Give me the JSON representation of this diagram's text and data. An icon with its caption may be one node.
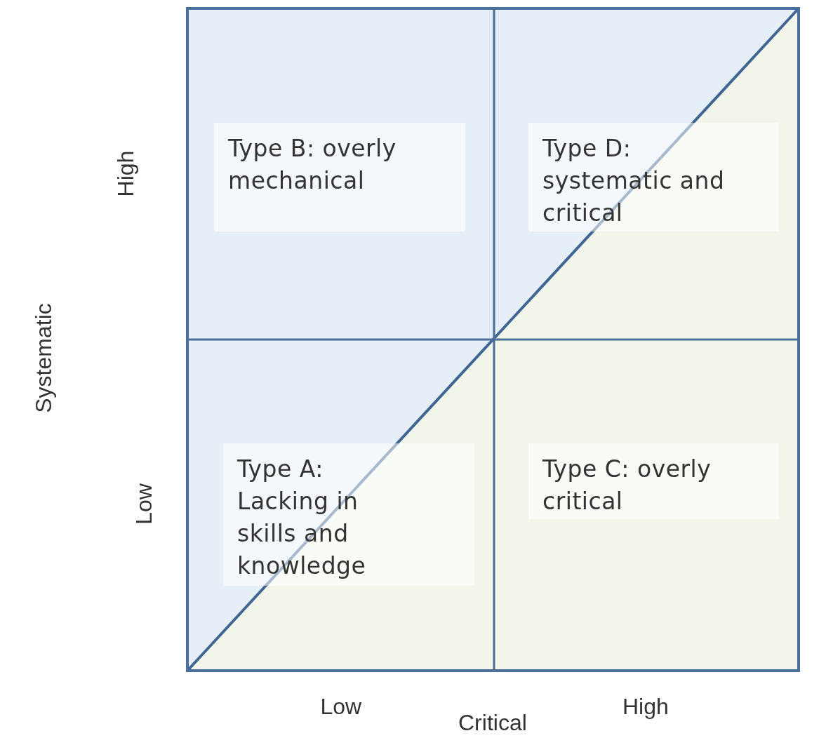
{
  "diagram": {
    "nodes": [
      {
        "text": [
          "Type B: overly mechanical"
        ]
      },
      {
        "text": [
          "Type D: systematic and critical"
        ]
      },
      {
        "text": [
          "Type A: Lacking in skills and knowledge"
        ]
      },
      {
        "text": [
          "Type C: overly critical"
        ]
      }
    ],
    "labels": [
      "High",
      "Systematic",
      "Low",
      "Low",
      "High",
      "Critical"
    ]
  }
}
